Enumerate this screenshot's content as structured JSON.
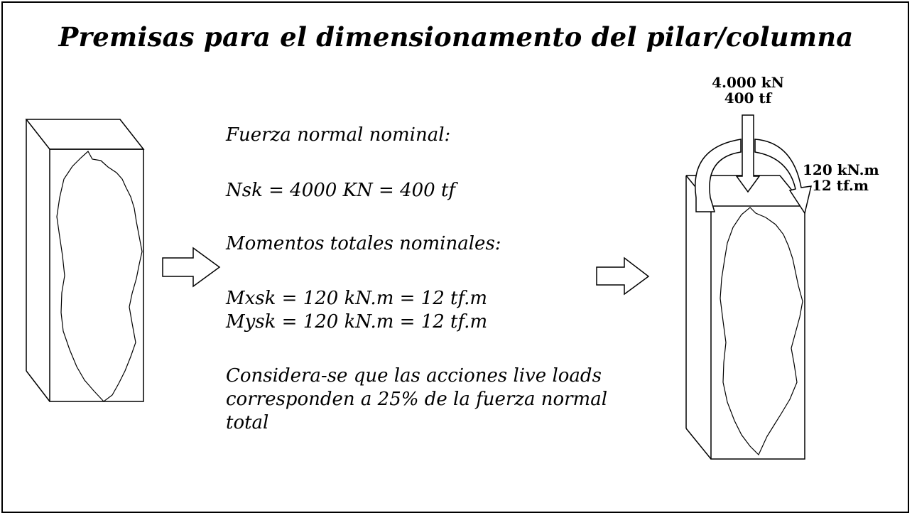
{
  "slide": {
    "title": "Premisas para el dimensionamento del pilar/columna"
  },
  "text": {
    "normal_force_heading": "Fuerza normal nominal:",
    "normal_force_value": "Nsk = 4000 KN =  400 tf",
    "moments_heading": "Momentos totales nominales:",
    "moment_x": "Mxsk = 120 kN.m = 12 tf.m",
    "moment_y": "Mysk = 120 kN.m = 12 tf.m",
    "note_line_1": "Considera-se que las acciones live loads",
    "note_line_2": "corresponden a 25% de la fuerza normal",
    "note_line_3": "total"
  },
  "loads": {
    "axial_kn": "4.000 kN",
    "axial_tf": "400 tf",
    "moment_kn": "120 kN.m",
    "moment_tf": "12 tf.m"
  }
}
